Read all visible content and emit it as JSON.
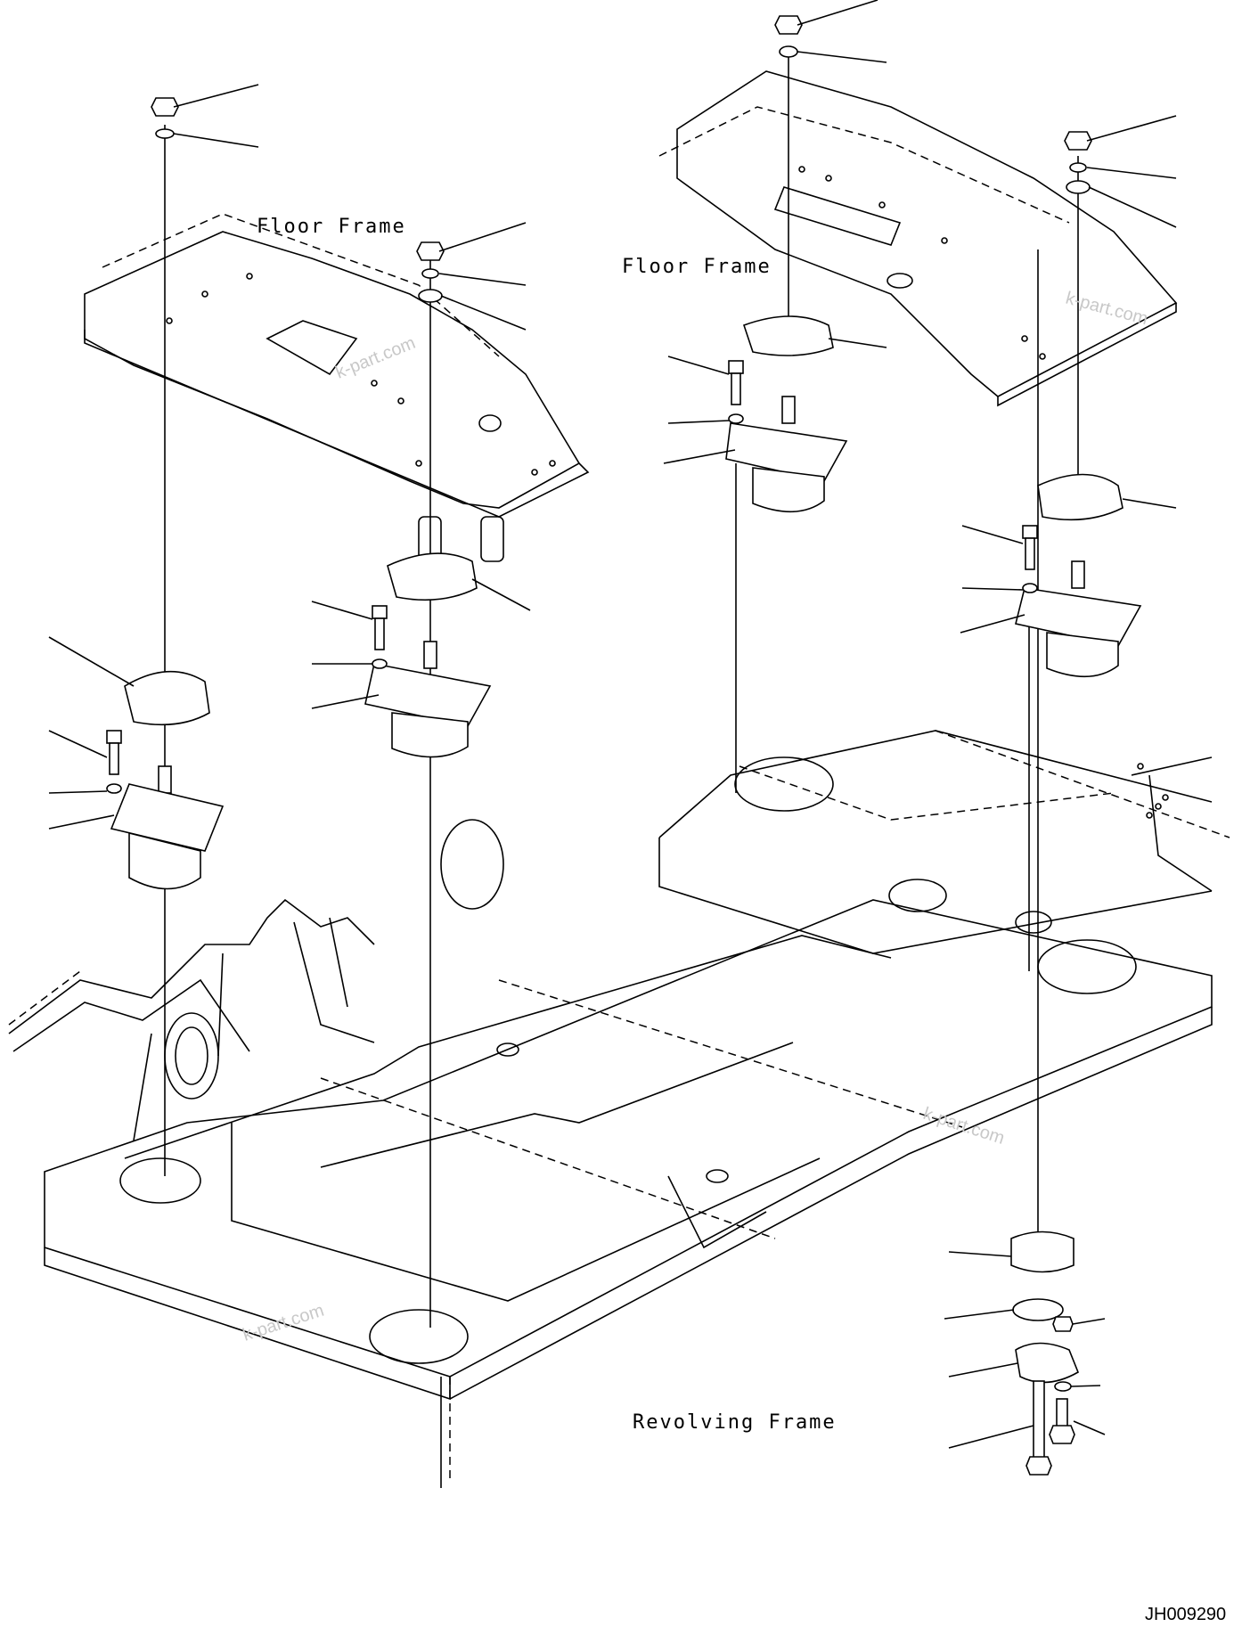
{
  "labels": {
    "floor_frame_left": "Floor Frame",
    "floor_frame_right": "Floor Frame",
    "revolving_frame": "Revolving Frame"
  },
  "watermarks": [
    "k-part.com",
    "k-part.com",
    "k-part.com",
    "k-part.com"
  ],
  "drawing_code": "JH009290"
}
